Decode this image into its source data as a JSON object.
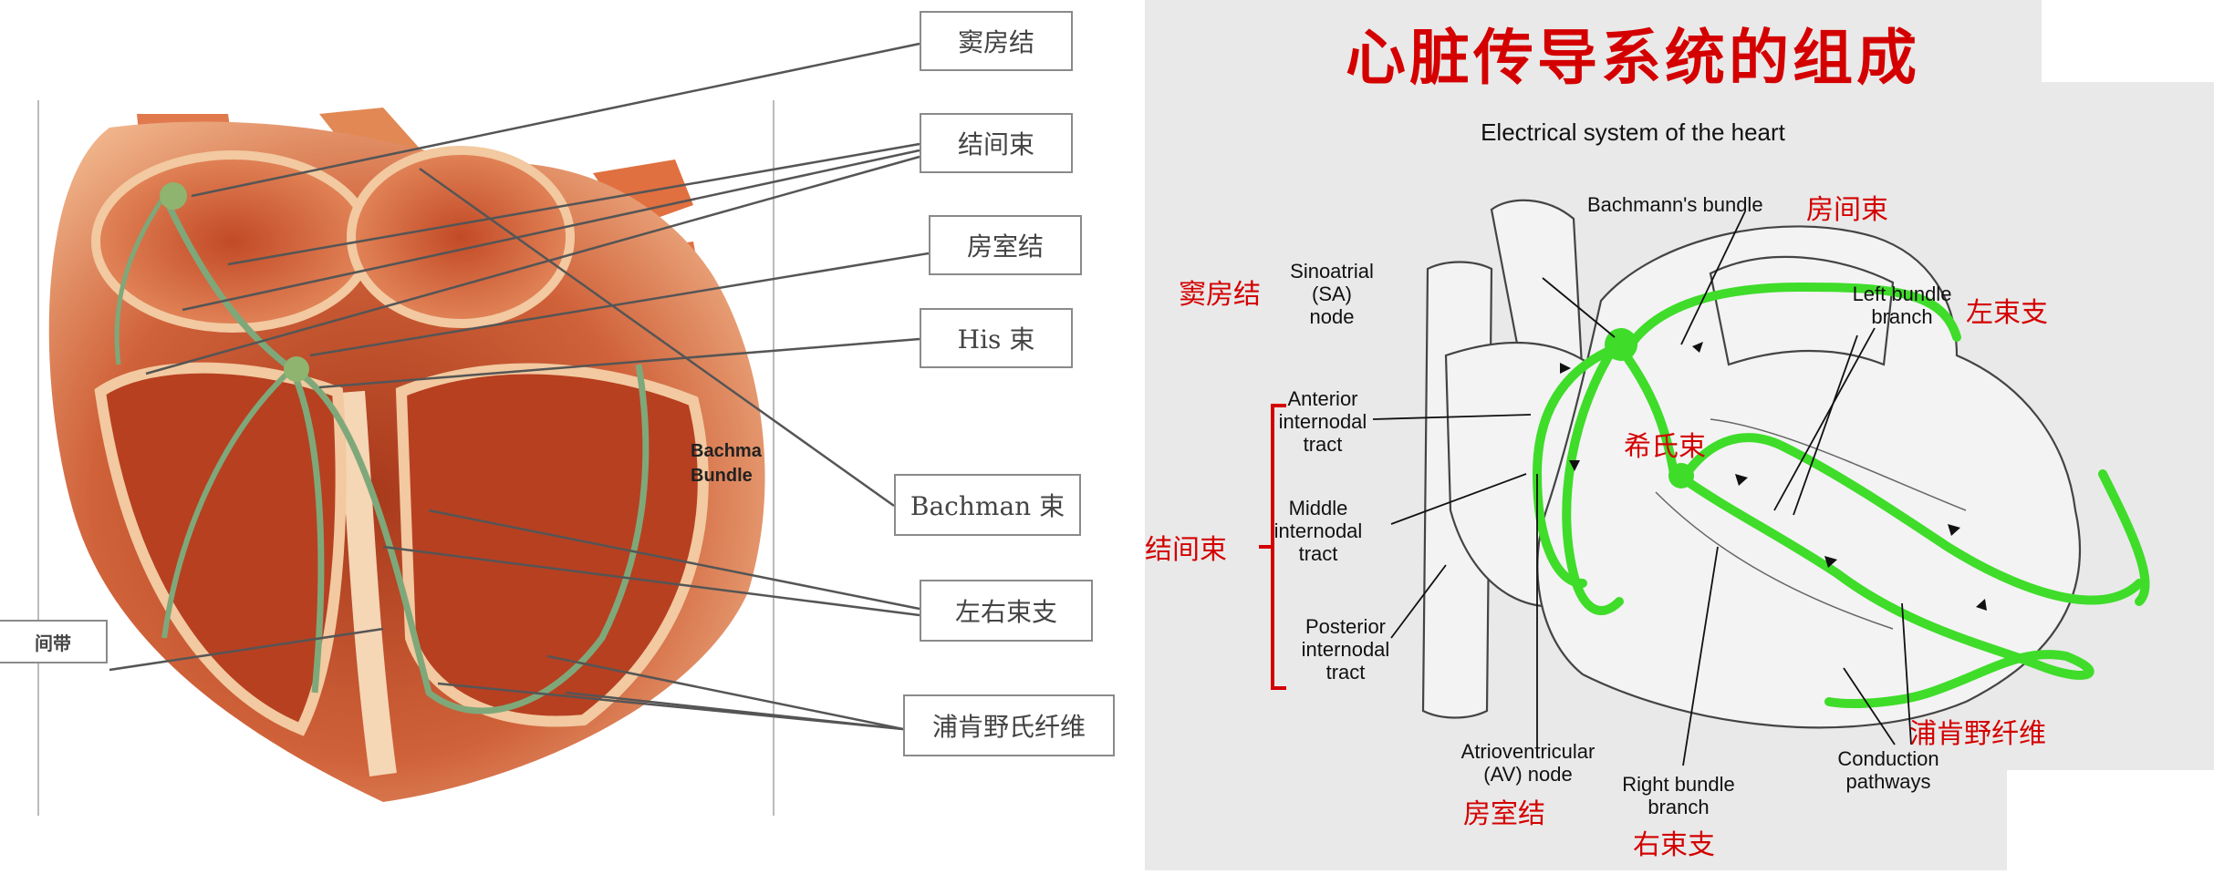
{
  "left_labels": {
    "sa_node": "窦房结",
    "internodal": "结间束",
    "av_node": "房室结",
    "his": "His 束",
    "bachman": "Bachman 束",
    "bundle_branches": "左右束支",
    "purkinje": "浦肯野氏纤维",
    "bachmann_cut_1": "Bachma",
    "bachmann_cut_2": "Bundle",
    "band_cut": "间带"
  },
  "right_panel": {
    "title_cn": "心脏传导系统的组成",
    "title_en": "Electrical system of the heart",
    "bachmanns_bundle": "Bachmann's bundle",
    "bachmanns_bundle_cn": "房间束",
    "sa_lines": [
      "Sinoatrial",
      "(SA)",
      "node"
    ],
    "sa_cn": "窦房结",
    "left_bundle_lines": [
      "Left bundle",
      "branch"
    ],
    "left_bundle_cn": "左束支",
    "anterior_lines": [
      "Anterior",
      "internodal",
      "tract"
    ],
    "his_cn": "希氏束",
    "middle_lines": [
      "Middle",
      "internodal",
      "tract"
    ],
    "internodal_cn": "结间束",
    "posterior_lines": [
      "Posterior",
      "internodal",
      "tract"
    ],
    "av_lines": [
      "Atrioventricular",
      "(AV) node"
    ],
    "av_cn": "房室结",
    "right_bundle_lines": [
      "Right bundle",
      "branch"
    ],
    "right_bundle_cn": "右束支",
    "conduction_lines": [
      "Conduction",
      "pathways"
    ],
    "purkinje_cn": "浦肯野纤维"
  },
  "colors": {
    "title_red": "#d40000",
    "pathway_green": "#3fdc2a",
    "heart_red": "#c9532e",
    "panel_gray": "#e9e9e9"
  }
}
